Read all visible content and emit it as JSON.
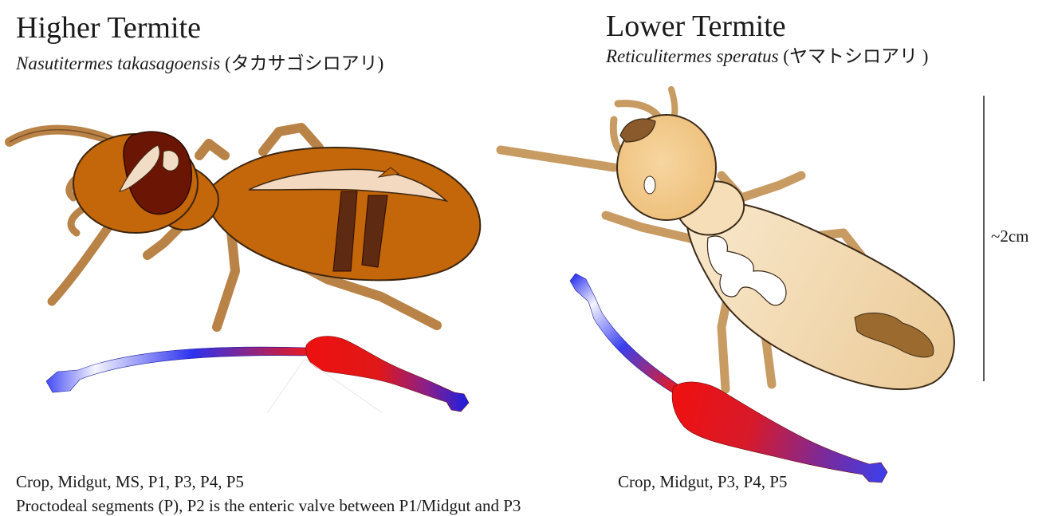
{
  "higher": {
    "title": "Higher Termite",
    "species": "Nasutitermes takasagoensis",
    "jp_name": "(タカサゴシロアリ)",
    "caption": "Crop, Midgut, MS, P1, P3, P4, P5"
  },
  "lower": {
    "title": "Lower Termite",
    "species": "Reticulitermes speratus",
    "jp_name": "(ヤマトシロアリ )",
    "caption": "Crop, Midgut, P3, P4, P5"
  },
  "scale_label": "~2cm",
  "footnote": "Proctodeal segments (P), P2 is the enteric valve between P1/Midgut and P3",
  "colors": {
    "higher_body": "#c4660a",
    "higher_head_dark": "#6b1604",
    "leg_brown": "#b98348",
    "lower_body_light": "#f3dcb6",
    "lower_head": "#f0c888",
    "gut_blue": "#2f34ee",
    "gut_red": "#ee1111"
  }
}
